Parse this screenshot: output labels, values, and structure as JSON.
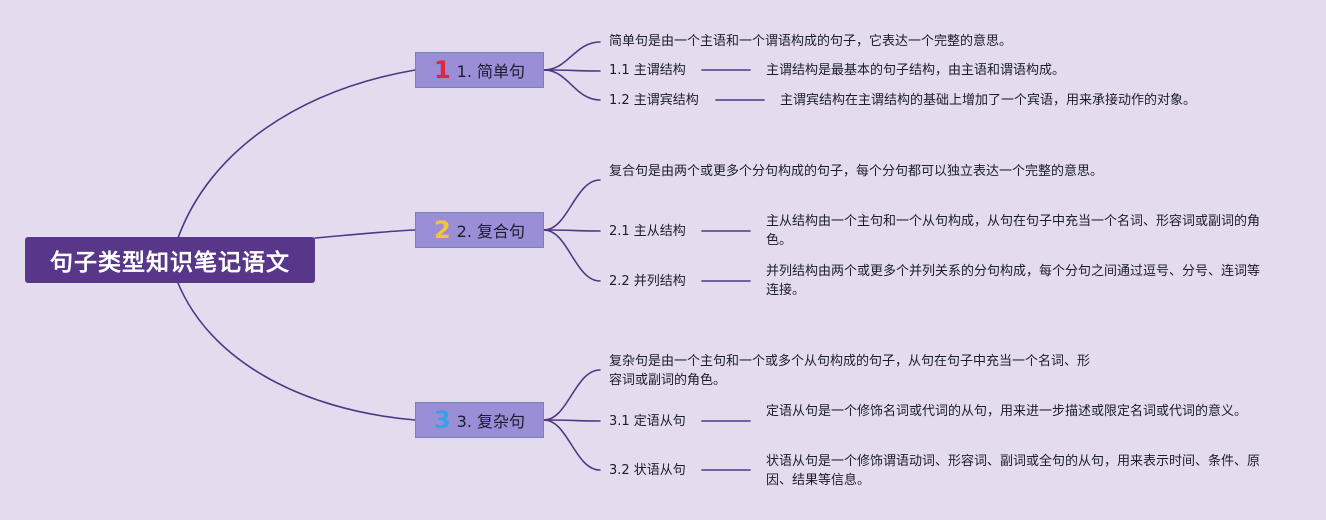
{
  "root": {
    "title": "句子类型知识笔记语文"
  },
  "colors": {
    "line": "#4f3785",
    "root_bg": "#58368a",
    "branch_bg": "#9a8fd6",
    "num1": "#e0283c",
    "num2": "#f2c53d",
    "num3": "#3aa0e6"
  },
  "branches": [
    {
      "number": "1",
      "label": "1. 简单句",
      "description": "简单句是由一个主语和一个谓语构成的句子，它表达一个完整的意思。",
      "items": [
        {
          "label": "1.1 主谓结构",
          "detail": "主谓结构是最基本的句子结构，由主语和谓语构成。"
        },
        {
          "label": "1.2 主谓宾结构",
          "detail": "主谓宾结构在主谓结构的基础上增加了一个宾语，用来承接动作的对象。"
        }
      ]
    },
    {
      "number": "2",
      "label": "2. 复合句",
      "description": "复合句是由两个或更多个分句构成的句子，每个分句都可以独立表达一个完整的意思。",
      "items": [
        {
          "label": "2.1 主从结构",
          "detail": "主从结构由一个主句和一个从句构成，从句在句子中充当一个名词、形容词或副词的角色。"
        },
        {
          "label": "2.2 并列结构",
          "detail": "并列结构由两个或更多个并列关系的分句构成，每个分句之间通过逗号、分号、连词等连接。"
        }
      ]
    },
    {
      "number": "3",
      "label": "3. 复杂句",
      "description": "复杂句是由一个主句和一个或多个从句构成的句子，从句在句子中充当一个名词、形容词或副词的角色。",
      "items": [
        {
          "label": "3.1 定语从句",
          "detail": "定语从句是一个修饰名词或代词的从句，用来进一步描述或限定名词或代词的意义。"
        },
        {
          "label": "3.2 状语从句",
          "detail": "状语从句是一个修饰谓语动词、形容词、副词或全句的从句，用来表示时间、条件、原因、结果等信息。"
        }
      ]
    }
  ]
}
